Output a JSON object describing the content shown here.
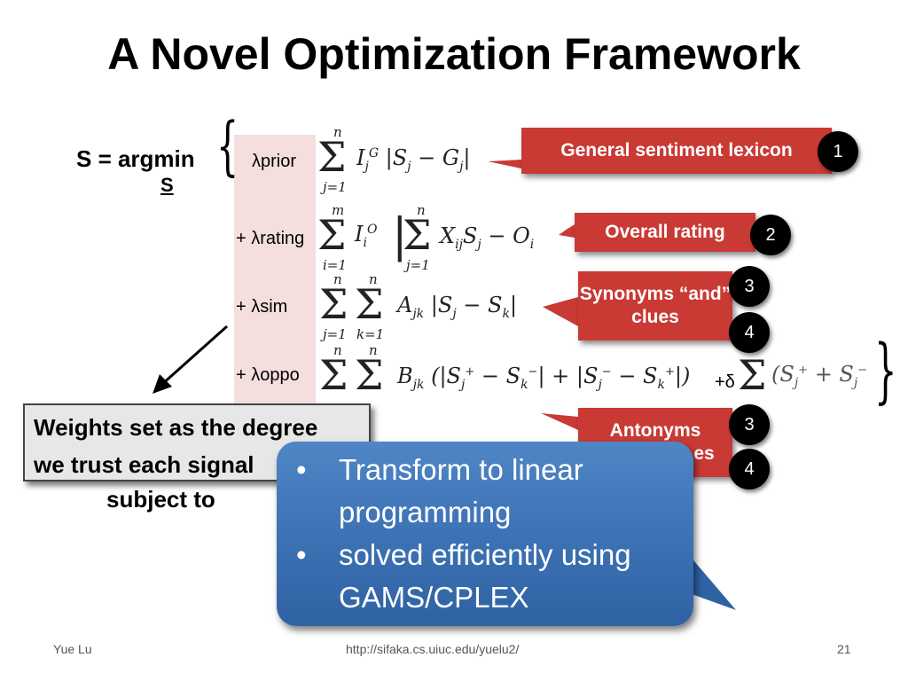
{
  "slide": {
    "title": "A Novel Optimization Framework",
    "argmin_label": "S = argmin",
    "argmin_sub": "S",
    "lambda_prior": "λprior",
    "lambda_rating": "+ λrating",
    "lambda_sim": "+ λsim",
    "lambda_oppo": "+ λoppo",
    "delta_label": "+δ",
    "subject_to": "subject to"
  },
  "callouts": {
    "general": "General sentiment lexicon",
    "overall": "Overall rating",
    "synonyms": "Synonyms “and” clues",
    "antonyms_top": "Antonyms",
    "antonyms_bottom": "es"
  },
  "badges": {
    "b1": "1",
    "b2": "2",
    "b3a": "3",
    "b4a": "4",
    "b3b": "3",
    "b4b": "4"
  },
  "weights_box": {
    "line1": "Weights set as the degree",
    "line2": "we trust each signal"
  },
  "bullets": [
    "Transform to linear programming",
    "solved efficiently using GAMS/CPLEX"
  ],
  "footer": {
    "author": "Yue Lu",
    "url": "http://sifaka.cs.uiuc.edu/yuelu2/",
    "page": "21"
  },
  "colors": {
    "callout_red": "#c93a35",
    "blue_box": "#3a6fb1",
    "pink_bar": "#f5dede"
  }
}
